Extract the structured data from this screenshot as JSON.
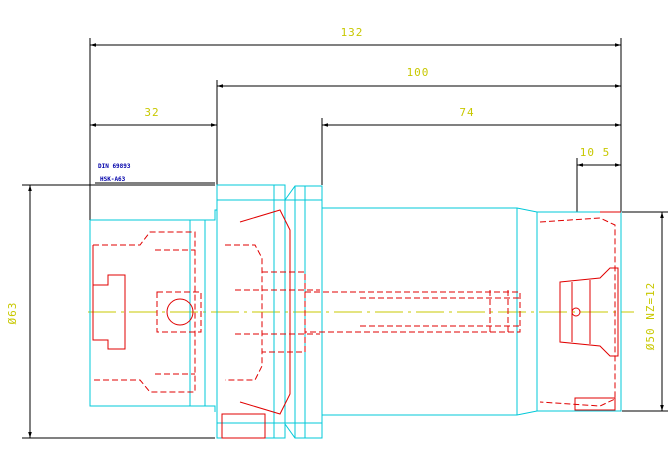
{
  "dimensions": {
    "overall_length": "132",
    "length_100": "100",
    "length_32": "32",
    "length_74": "74",
    "length_10_5": "10 5",
    "flange_diameter": "Ø63",
    "nose_diameter": "Ø50 NZ=12"
  },
  "notes": {
    "standard": "DIN 69893",
    "interface": "HSK-A63"
  },
  "colors": {
    "dimension_text": "#c8c800",
    "dimension_lines": "#000000",
    "visible_outline": "#00c8d8",
    "hidden_detail": "#e00000",
    "note_text": "#0000aa"
  }
}
